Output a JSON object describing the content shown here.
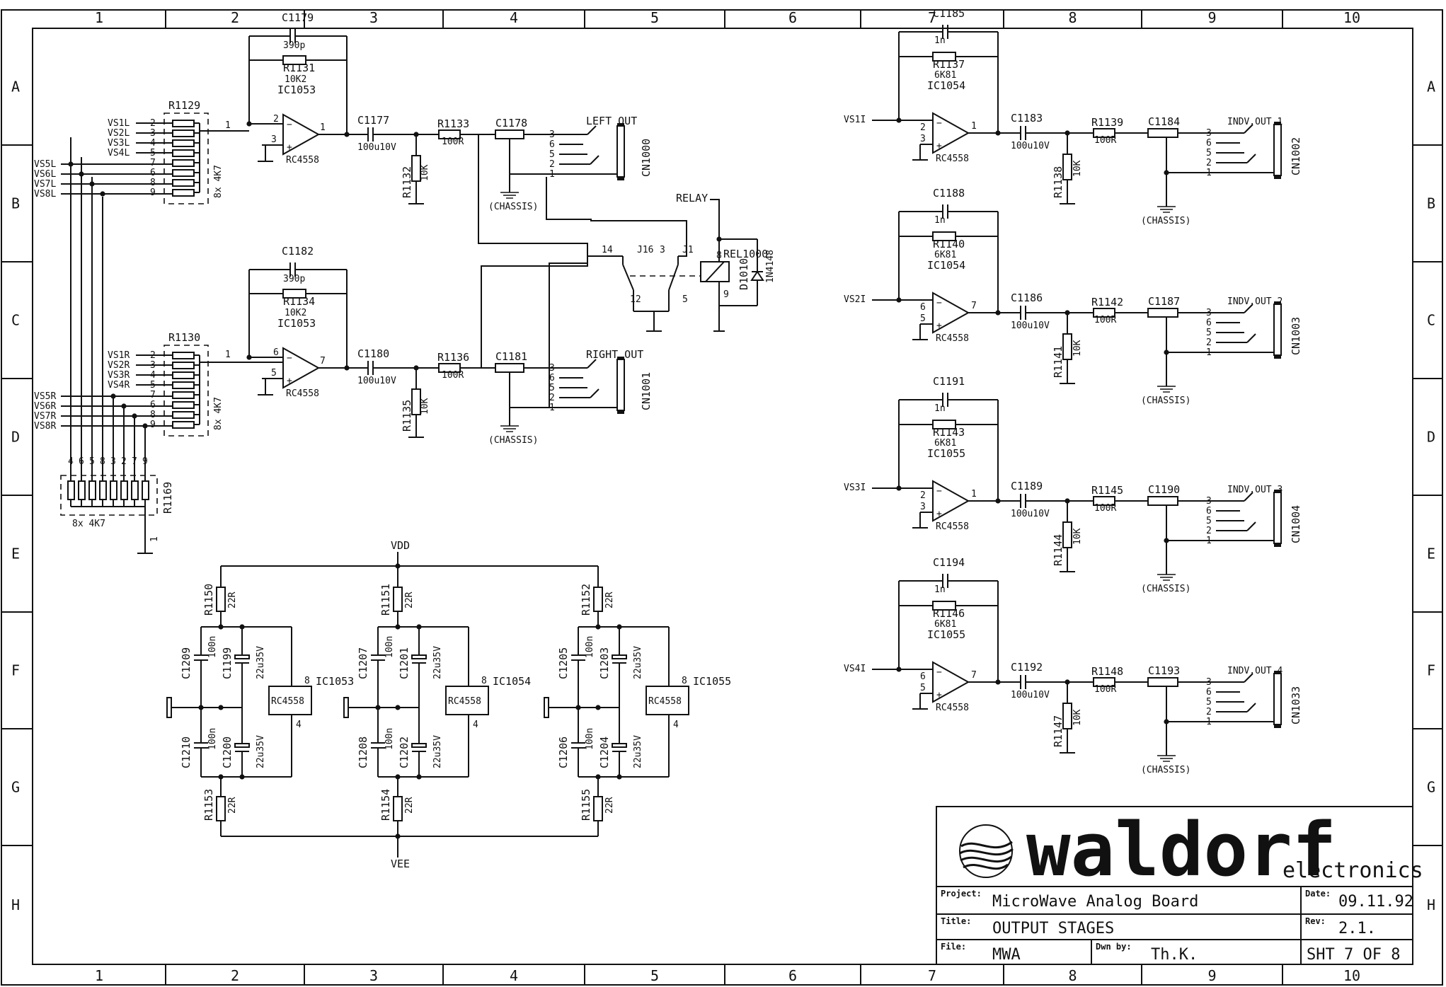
{
  "grid": {
    "columns": [
      "1",
      "2",
      "3",
      "4",
      "5",
      "6",
      "7",
      "8",
      "9",
      "10"
    ],
    "rows": [
      "A",
      "B",
      "C",
      "D",
      "E",
      "F",
      "G",
      "H"
    ]
  },
  "left_section": {
    "left_channel": {
      "cap_top": "C1179",
      "cap_top_value": "390p",
      "res_fb": "R1131",
      "res_fb_value": "10K2",
      "opamp": "IC1053",
      "opamp_type": "RC4558",
      "pin_inv": "2",
      "pin_noninv": "3",
      "pin_out": "1",
      "net_in": "1",
      "cap_out": "C1177",
      "cap_out_value": "100u10V",
      "res_series": "R1133",
      "res_series_value": "100R",
      "res_shunt": "R1132",
      "res_shunt_value": "10K",
      "ferrite": "C1178",
      "chassis": "(CHASSIS)",
      "jack_label": "LEFT OUT",
      "connector": "CN1000",
      "jack_pins": [
        "3",
        "6",
        "5",
        "2",
        "1"
      ]
    },
    "right_channel": {
      "cap_top": "C1182",
      "cap_top_value": "390p",
      "res_fb": "R1134",
      "res_fb_value": "10K2",
      "opamp": "IC1053",
      "opamp_type": "RC4558",
      "pin_inv": "6",
      "pin_noninv": "5",
      "pin_out": "7",
      "net_in": "1",
      "cap_out": "C1180",
      "cap_out_value": "100u10V",
      "res_series": "R1136",
      "res_series_value": "100R",
      "res_shunt": "R1135",
      "res_shunt_value": "10K",
      "ferrite": "C1181",
      "chassis": "(CHASSIS)",
      "jack_label": "RIGHT OUT",
      "connector": "CN1001",
      "jack_pins": [
        "3",
        "6",
        "5",
        "2",
        "1"
      ]
    },
    "resnet_left": {
      "name": "R1129",
      "value": "8x 4K7",
      "inputs": [
        "VS1L",
        "VS2L",
        "VS3L",
        "VS4L"
      ],
      "inputs_lower": [
        "VS5L",
        "VS6L",
        "VS7L",
        "VS8L"
      ],
      "pins": [
        "2",
        "3",
        "4",
        "5",
        "7",
        "6",
        "8",
        "9"
      ]
    },
    "resnet_right": {
      "name": "R1130",
      "value": "8x 4K7",
      "inputs": [
        "VS1R",
        "VS2R",
        "VS3R",
        "VS4R"
      ],
      "inputs_lower": [
        "VS5R",
        "VS6R",
        "VS7R",
        "VS8R"
      ],
      "pins": [
        "2",
        "3",
        "4",
        "5",
        "7",
        "6",
        "8",
        "9"
      ]
    },
    "resnet_bottom": {
      "name": "R1169",
      "value": "8x 4K7",
      "pins": [
        "4",
        "6",
        "5",
        "8",
        "3",
        "2",
        "7",
        "9"
      ],
      "common_pin": "1"
    },
    "relay": {
      "label": "RELAY",
      "name": "REL1000",
      "pins": [
        "14",
        "16",
        "3",
        "1",
        "12",
        "5",
        "8",
        "9"
      ],
      "j_labels": [
        "J16",
        "J1"
      ],
      "diode": "D1010",
      "diode_type": "1N4148"
    }
  },
  "power": {
    "vdd": "VDD",
    "vee": "VEE",
    "blocks": [
      {
        "r_top": "R1150",
        "r_top_value": "22R",
        "c_small_top": "C1209",
        "c_small_top_value": "100n",
        "c_el_top": "C1199",
        "c_el_top_value": "22u35V",
        "c_small_bot": "C1210",
        "c_small_bot_value": "100n",
        "c_el_bot": "C1200",
        "c_el_bot_value": "22u35V",
        "r_bot": "R1153",
        "r_bot_value": "22R",
        "ic": "IC1053",
        "ic_type": "RC4558",
        "pin_top": "8",
        "pin_bot": "4"
      },
      {
        "r_top": "R1151",
        "r_top_value": "22R",
        "c_small_top": "C1207",
        "c_small_top_value": "100n",
        "c_el_top": "C1201",
        "c_el_top_value": "22u35V",
        "c_small_bot": "C1208",
        "c_small_bot_value": "100n",
        "c_el_bot": "C1202",
        "c_el_bot_value": "22u35V",
        "r_bot": "R1154",
        "r_bot_value": "22R",
        "ic": "IC1054",
        "ic_type": "RC4558",
        "pin_top": "8",
        "pin_bot": "4"
      },
      {
        "r_top": "R1152",
        "r_top_value": "22R",
        "c_small_top": "C1205",
        "c_small_top_value": "100n",
        "c_el_top": "C1203",
        "c_el_top_value": "22u35V",
        "c_small_bot": "C1206",
        "c_small_bot_value": "100n",
        "c_el_bot": "C1204",
        "c_el_bot_value": "22u35V",
        "r_bot": "R1155",
        "r_bot_value": "22R",
        "ic": "IC1055",
        "ic_type": "RC4558",
        "pin_top": "8",
        "pin_bot": "4"
      }
    ]
  },
  "indiv_outputs": [
    {
      "input": "VS1I",
      "cap_fb": "C1185",
      "cap_fb_value": "1n",
      "res_fb": "R1137",
      "res_fb_value": "6K81",
      "opamp": "IC1054",
      "opamp_type": "RC4558",
      "pin_inv": "2",
      "pin_noninv": "3",
      "pin_out": "1",
      "cap_out": "C1183",
      "cap_out_value": "100u10V",
      "res_series": "R1139",
      "res_series_value": "100R",
      "res_shunt": "R1138",
      "res_shunt_value": "10K",
      "ferrite": "C1184",
      "chassis": "(CHASSIS)",
      "jack_label": "INDV.OUT 1",
      "connector": "CN1002",
      "jack_pins": [
        "3",
        "6",
        "5",
        "2",
        "1"
      ]
    },
    {
      "input": "VS2I",
      "cap_fb": "C1188",
      "cap_fb_value": "1n",
      "res_fb": "R1140",
      "res_fb_value": "6K81",
      "opamp": "IC1054",
      "opamp_type": "RC4558",
      "pin_inv": "6",
      "pin_noninv": "5",
      "pin_out": "7",
      "cap_out": "C1186",
      "cap_out_value": "100u10V",
      "res_series": "R1142",
      "res_series_value": "100R",
      "res_shunt": "R1141",
      "res_shunt_value": "10K",
      "ferrite": "C1187",
      "chassis": "(CHASSIS)",
      "jack_label": "INDV.OUT 2",
      "connector": "CN1003",
      "jack_pins": [
        "3",
        "6",
        "5",
        "2",
        "1"
      ]
    },
    {
      "input": "VS3I",
      "cap_fb": "C1191",
      "cap_fb_value": "1n",
      "res_fb": "R1143",
      "res_fb_value": "6K81",
      "opamp": "IC1055",
      "opamp_type": "RC4558",
      "pin_inv": "2",
      "pin_noninv": "3",
      "pin_out": "1",
      "cap_out": "C1189",
      "cap_out_value": "100u10V",
      "res_series": "R1145",
      "res_series_value": "100R",
      "res_shunt": "R1144",
      "res_shunt_value": "10K",
      "ferrite": "C1190",
      "chassis": "(CHASSIS)",
      "jack_label": "INDV.OUT 3",
      "connector": "CN1004",
      "jack_pins": [
        "3",
        "6",
        "5",
        "2",
        "1"
      ]
    },
    {
      "input": "VS4I",
      "cap_fb": "C1194",
      "cap_fb_value": "1n",
      "res_fb": "R1146",
      "res_fb_value": "6K81",
      "opamp": "IC1055",
      "opamp_type": "RC4558",
      "pin_inv": "6",
      "pin_noninv": "5",
      "pin_out": "7",
      "cap_out": "C1192",
      "cap_out_value": "100u10V",
      "res_series": "R1148",
      "res_series_value": "100R",
      "res_shunt": "R1147",
      "res_shunt_value": "10K",
      "ferrite": "C1193",
      "chassis": "(CHASSIS)",
      "jack_label": "INDV.OUT 4",
      "connector": "CN1033",
      "jack_pins": [
        "3",
        "6",
        "5",
        "2",
        "1"
      ]
    }
  ],
  "title_block": {
    "brand": "waldorf",
    "brand_suffix": "electronics",
    "project_label": "Project:",
    "project": "MicroWave Analog Board",
    "date_label": "Date:",
    "date": "09.11.92",
    "title_label": "Title:",
    "title": "OUTPUT STAGES",
    "rev_label": "Rev:",
    "rev": "2.1.",
    "file_label": "File:",
    "file": "MWA",
    "drawn_label": "Dwn by:",
    "drawn": "Th.K.",
    "sheet": "SHT 7 OF 8"
  }
}
